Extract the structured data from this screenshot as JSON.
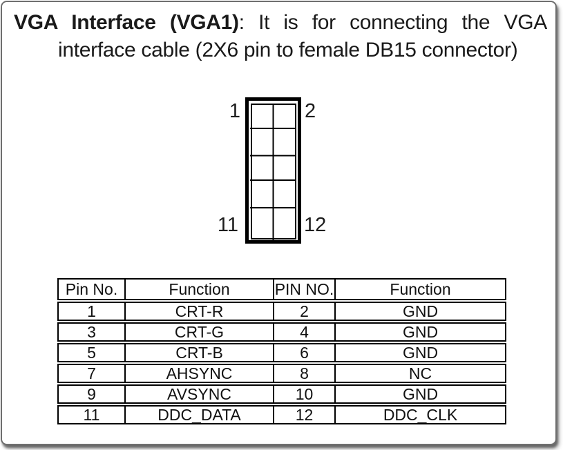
{
  "frame": {
    "border_color": "#6f6f6f",
    "background": "#ffffff"
  },
  "heading": {
    "bold": "VGA Interface (VGA1)",
    "colon": ":",
    "line1_rest": "It is for connecting the VGA",
    "line2_main": "interface cable",
    "line2_paren": "(2X6 pin to female DB15 connector)"
  },
  "connector": {
    "description": "2X6 pin header drawing",
    "grid": {
      "columns": 2,
      "rows_drawn": 5
    },
    "labels": {
      "top_left": "1",
      "top_right": "2",
      "bottom_left": "11",
      "bottom_right": "12"
    }
  },
  "pin_table": {
    "headers": [
      "Pin No.",
      "Function",
      "PIN NO.",
      "Function"
    ],
    "rows": [
      [
        "1",
        "CRT-R",
        "2",
        "GND"
      ],
      [
        "3",
        "CRT-G",
        "4",
        "GND"
      ],
      [
        "5",
        "CRT-B",
        "6",
        "GND"
      ],
      [
        "7",
        "AHSYNC",
        "8",
        "NC"
      ],
      [
        "9",
        "AVSYNC",
        "10",
        "GND"
      ],
      [
        "11",
        "DDC_DATA",
        "12",
        "DDC_CLK"
      ]
    ]
  }
}
